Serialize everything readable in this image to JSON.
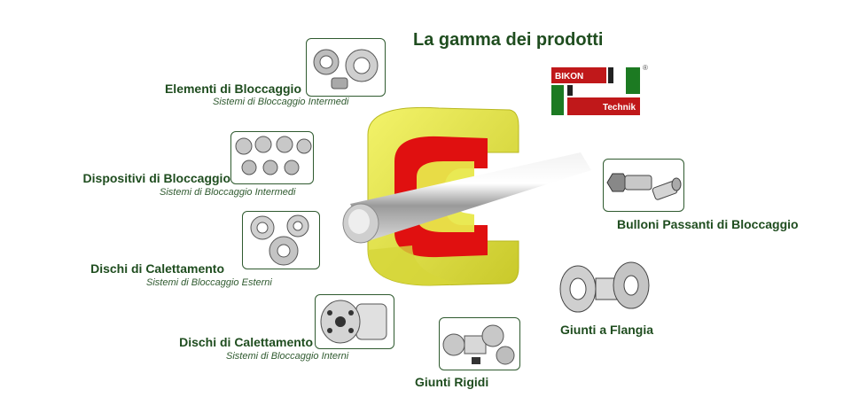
{
  "header": {
    "title": "La gamma dei prodotti"
  },
  "logo": {
    "line1": "BIKON",
    "line2": "Technik",
    "reg": "®"
  },
  "products": {
    "elementi": {
      "label": "Elementi di Bloccaggio",
      "sub": "Sistemi di Bloccaggio Intermedi"
    },
    "dispositivi": {
      "label": "Dispositivi di Bloccaggio",
      "sub": "Sistemi di Bloccaggio Intermedi"
    },
    "dischi_esterni": {
      "label": "Dischi di Calettamento",
      "sub": "Sistemi di Bloccaggio Esterni"
    },
    "dischi_interni": {
      "label": "Dischi di Calettamento",
      "sub": "Sistemi di Bloccaggio Interni"
    },
    "rigidi": {
      "label": "Giunti Rigidi"
    },
    "flangia": {
      "label": "Giunti a Flangia"
    },
    "bulloni": {
      "label": "Bulloni Passanti di Bloccaggio"
    }
  },
  "colors": {
    "green": "#1f4d1f",
    "yellow": "#e8e84a",
    "red": "#e01010",
    "logo_red": "#c0181a",
    "logo_green": "#1c7a22"
  }
}
